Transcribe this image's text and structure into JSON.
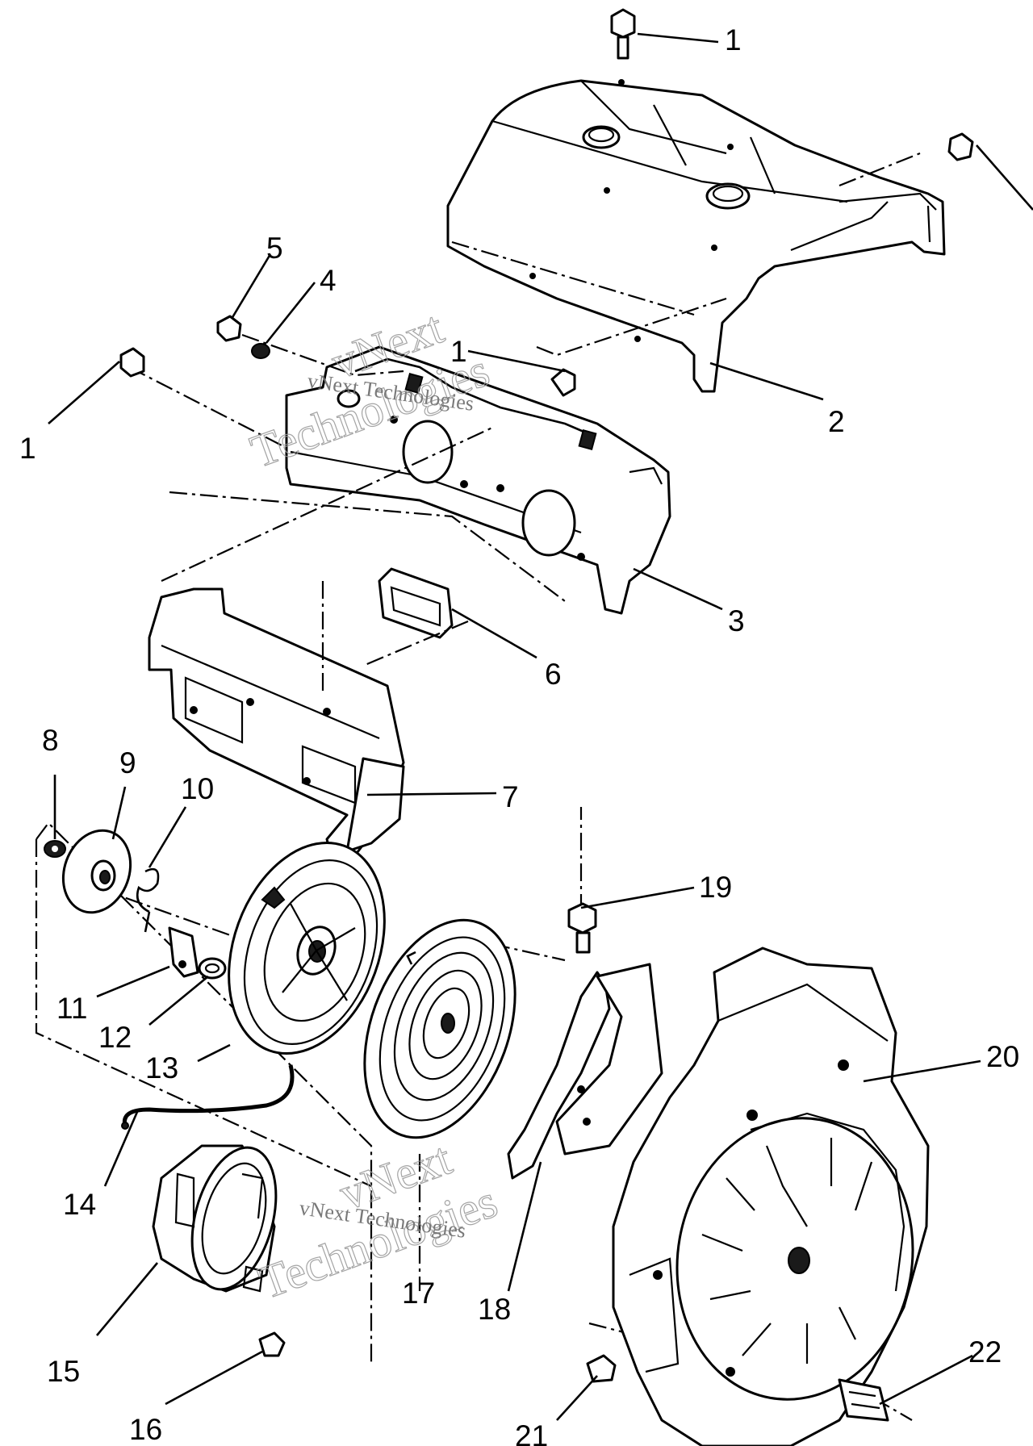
{
  "diagram": {
    "callouts": [
      "1",
      "2",
      "1",
      "1",
      "3",
      "4",
      "5",
      "6",
      "7",
      "8",
      "9",
      "10",
      "11",
      "12",
      "13",
      "14",
      "15",
      "16",
      "17",
      "18",
      "19",
      "20",
      "21",
      "22"
    ],
    "watermark": {
      "big_top": "vNext",
      "big_bottom": "Technologies",
      "small": "vNext Technologies"
    }
  }
}
